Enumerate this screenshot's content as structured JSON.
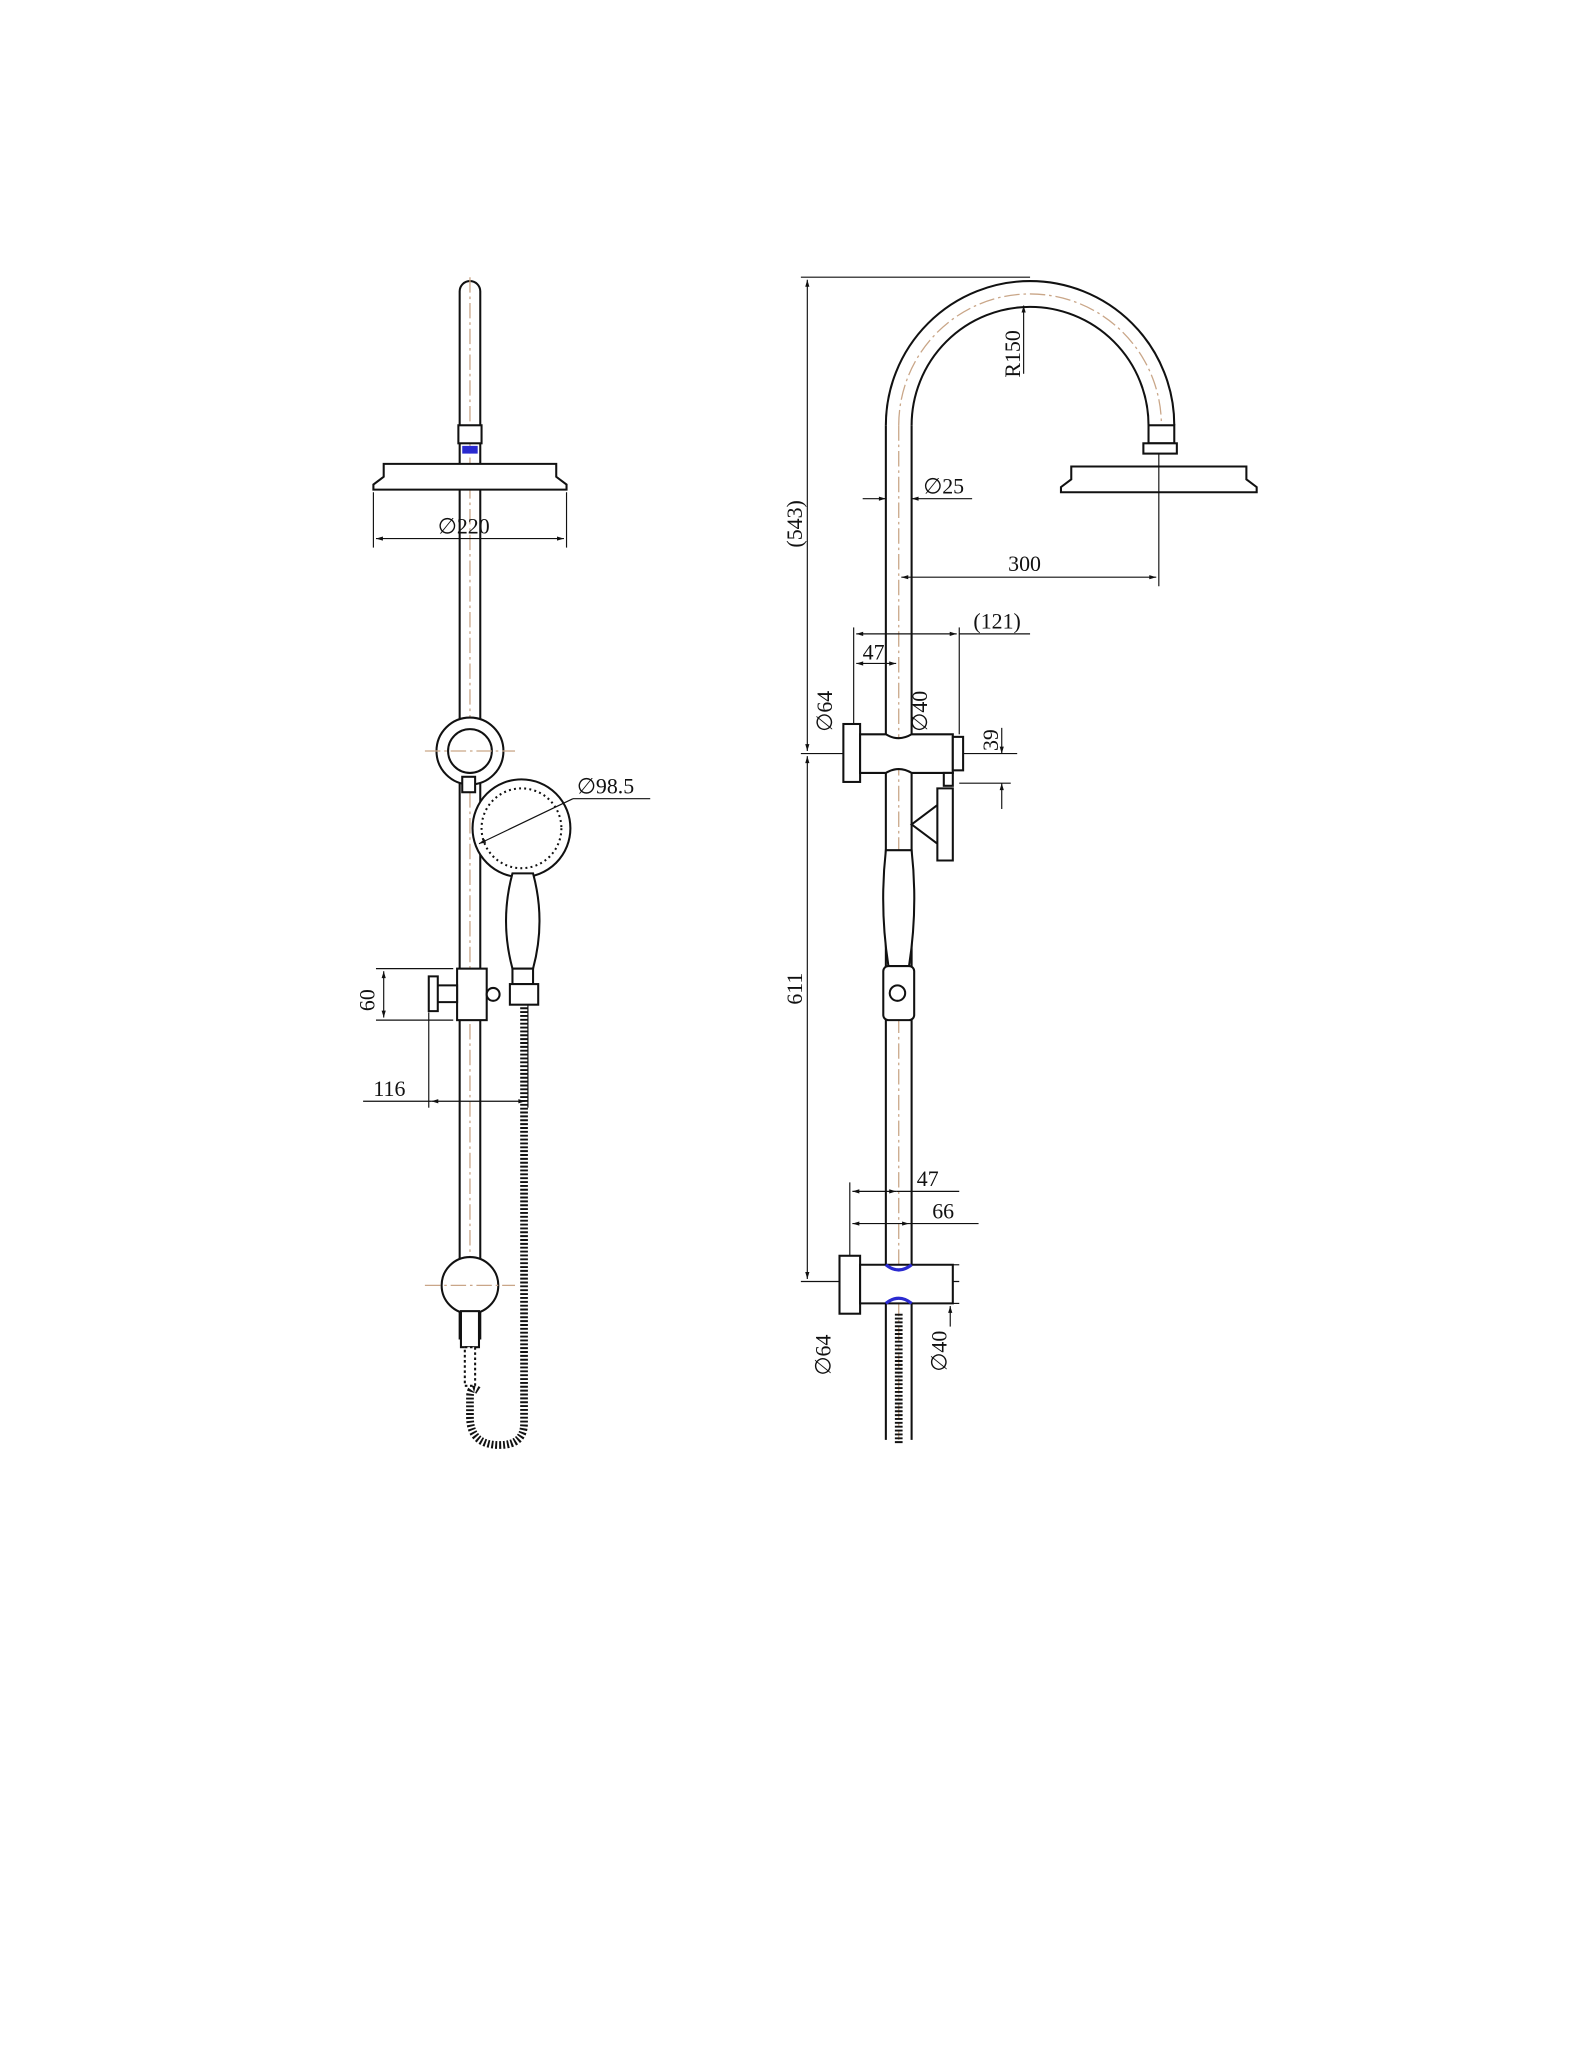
{
  "colors": {
    "line": "#111111",
    "centerline": "#c9a688",
    "accent": "#2a2ad0"
  },
  "front_view": {
    "head_diameter": "∅220",
    "hand_shower_diameter": "∅98.5",
    "diverter_height": "60",
    "hand_offset": "116"
  },
  "side_view": {
    "total_height": "(543)",
    "lower_height": "611",
    "arm_radius": "R150",
    "pipe_diameter": "∅25",
    "arm_reach": "300",
    "bracket_projection": "(121)",
    "upper_offset": "47",
    "upper_flange": "∅64",
    "upper_body": "∅40",
    "upper_drop": "39",
    "lower_offset_a": "47",
    "lower_offset_b": "66",
    "lower_flange": "∅64",
    "lower_body": "∅40"
  }
}
